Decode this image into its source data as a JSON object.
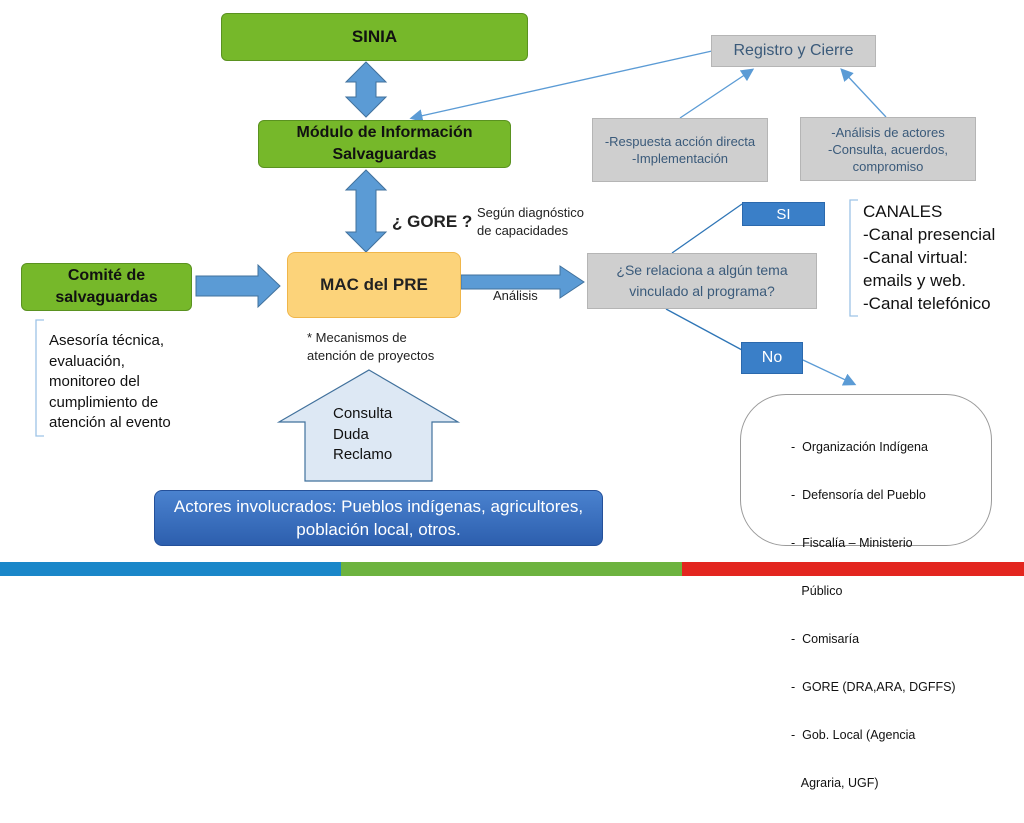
{
  "sinia": "SINIA",
  "modulo": {
    "line1": "Módulo de Información",
    "line2": "Salvaguardas"
  },
  "registro": "Registro y Cierre",
  "respuesta": {
    "line1": "-Respuesta acción directa",
    "line2": "-Implementación"
  },
  "analisis_actores": {
    "line1": "-Análisis de actores",
    "line2": "-Consulta, acuerdos,",
    "line3": "compromiso"
  },
  "gore_question": "¿ GORE ?",
  "diagnostico": {
    "line1": "Según diagnóstico",
    "line2": "de capacidades"
  },
  "comite": {
    "line1": "Comité de",
    "line2": "salvaguardas"
  },
  "mac": "MAC del PRE",
  "analisis_label": "Análisis",
  "pregunta": {
    "line1": "¿Se relaciona a algún tema",
    "line2": "vinculado al programa?"
  },
  "si": "SI",
  "no": "No",
  "canales": [
    "CANALES",
    "-Canal presencial",
    "-Canal virtual:",
    "emails y web.",
    "-Canal telefónico"
  ],
  "asesoria": [
    "Asesoría técnica,",
    "evaluación,",
    "monitoreo del",
    "cumplimiento de",
    "atención al evento"
  ],
  "mecanismos": {
    "line1": "* Mecanismos de",
    "line2": "atención de proyectos"
  },
  "consulta": [
    "Consulta",
    "Duda",
    "Reclamo"
  ],
  "actores": {
    "line1": "Actores involucrados: Pueblos indígenas, agricultores,",
    "line2": "población local, otros."
  },
  "instituciones": [
    "-  Organización Indígena",
    "-  Defensoría del Pueblo",
    "-  Fiscalía – Ministerio",
    "   Público",
    "-  Comisaría",
    "-  GORE (DRA,ARA, DGFFS)",
    "-  Gob. Local (Agencia",
    "   Agraria, UGF)"
  ],
  "colors": {
    "green": "#76b82a",
    "orange": "#fcd37a",
    "blue": "#3a7fc8",
    "grey": "#cfcfcf",
    "bar_blue": "#1a87c9",
    "bar_green": "#6db33f",
    "bar_red": "#e3261f"
  }
}
